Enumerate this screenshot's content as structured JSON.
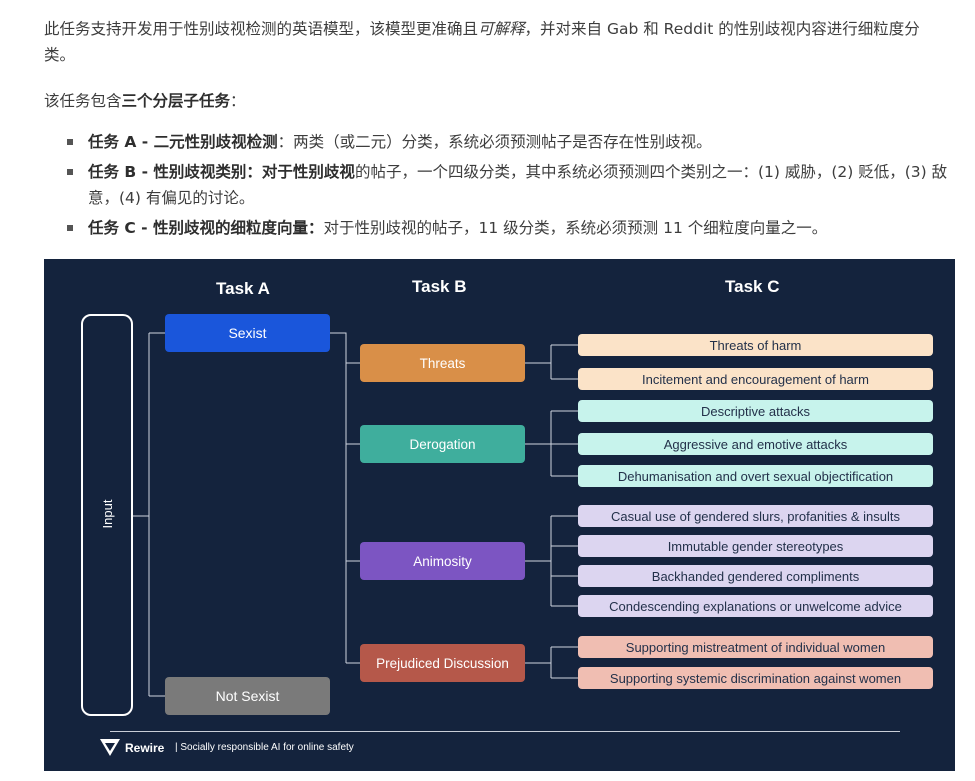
{
  "intro": {
    "p1_a": "此任务支持开发用于性别歧视检测的英语模型，该模型更准确且",
    "p1_em": "可解释",
    "p1_b": "，并对来自 Gab 和 Reddit 的性别歧视内容进行细粒度分类。",
    "p2_a": "该任务包含",
    "p2_strong": "三个分层子任务",
    "p2_b": "："
  },
  "tasks": [
    {
      "title": "任务 A - 二元性别歧视检测",
      "sep": "：",
      "desc": "两类（或二元）分类，系统必须预测帖子是否存在性别歧视。"
    },
    {
      "title": "任务 B - 性别歧视类别：对于性别歧视",
      "sep": "",
      "desc": "的帖子，一个四级分类，其中系统必须预测四个类别之一：(1) 威胁，(2) 贬低，(3) 敌意，(4) 有偏见的讨论。"
    },
    {
      "title": "任务 C - 性别歧视的细粒度向量：",
      "sep": "",
      "desc": "对于性别歧视的帖子，11 级分类，系统必须预测 11 个细粒度向量之一。"
    }
  ],
  "figure": {
    "headers": {
      "a": "Task A",
      "b": "Task B",
      "c": "Task C"
    },
    "input_label": "Input",
    "task_a": {
      "sexist": "Sexist",
      "not_sexist": "Not Sexist"
    },
    "task_b": [
      "Threats",
      "Derogation",
      "Animosity",
      "Prejudiced Discussion"
    ],
    "task_c": [
      "Threats of harm",
      "Incitement and encouragement of harm",
      "Descriptive attacks",
      "Aggressive and emotive attacks",
      "Dehumanisation and overt sexual objectification",
      "Casual use of gendered slurs, profanities & insults",
      "Immutable gender stereotypes",
      "Backhanded gendered compliments",
      "Condescending explanations or unwelcome advice",
      "Supporting mistreatment of individual women",
      "Supporting systemic discrimination against women"
    ],
    "footer": {
      "brand": "Rewire",
      "tagline": "| Socially responsible AI for online safety"
    },
    "colors": {
      "background": "#14233d",
      "sexist": "#1a56db",
      "not_sexist": "#7a7a7a",
      "threats": "#d98f48",
      "derogation": "#3fae9d",
      "animosity": "#7c55c2",
      "prejudiced": "#b5584a",
      "threats_light": "#fbe3c8",
      "derogation_light": "#c7f3ec",
      "animosity_light": "#dcd5f0",
      "prejudiced_light": "#f0beb2"
    }
  }
}
